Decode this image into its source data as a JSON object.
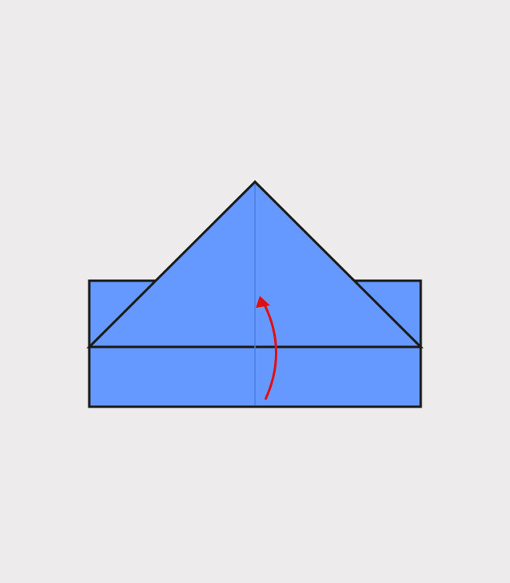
{
  "colors": {
    "background": "#edebeb",
    "paper": "#6699ff",
    "outline": "#1a1a1a",
    "crease": "#4a7fe0",
    "fold_line": "#1a1a1a",
    "arrow": "#e01010"
  },
  "diagram": {
    "shapes": [
      "paper-rectangle",
      "paper-triangle"
    ],
    "lines": [
      "center-crease",
      "valley-fold-line"
    ],
    "arrow": {
      "icon": "curved-arrow-up-icon",
      "direction": "up"
    }
  }
}
